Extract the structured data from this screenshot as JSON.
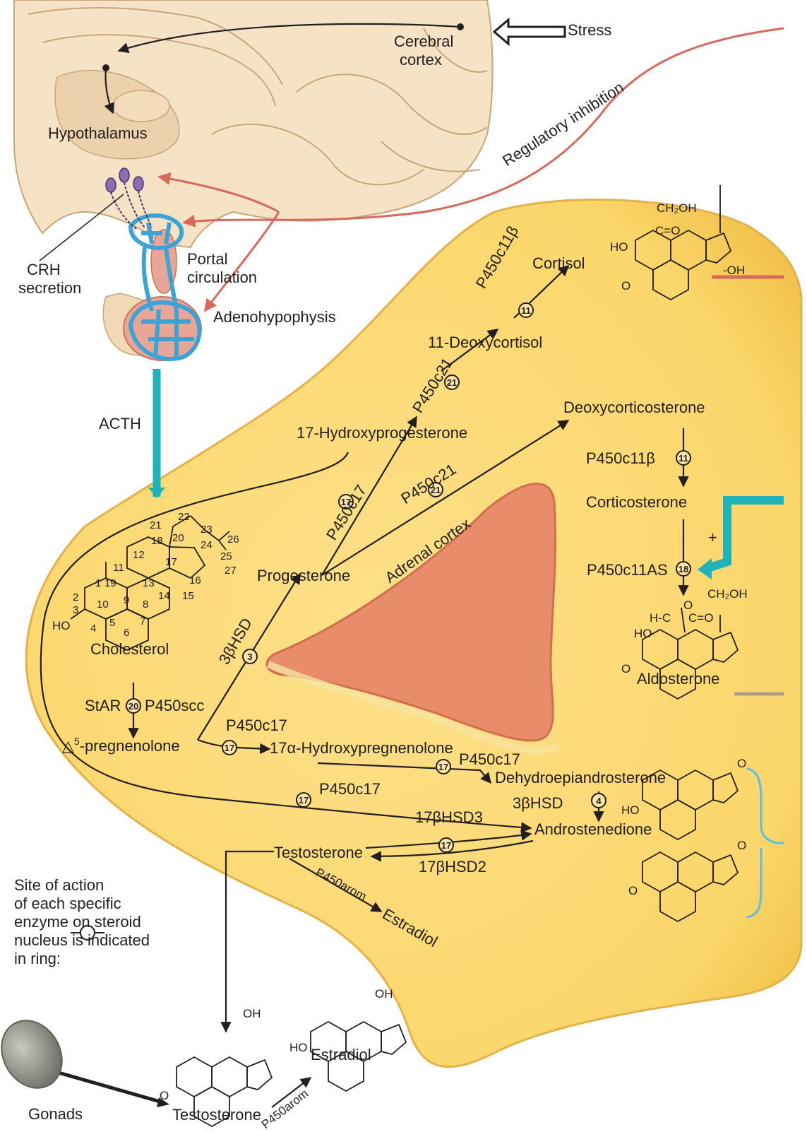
{
  "colors": {
    "gland": "#fbd66a",
    "medulla": "#e98c6a",
    "brain": "#f6e3c6",
    "regulatory": "#d9675a",
    "acth": "#1fb2b9",
    "portal": "#3da3d6",
    "bracket": "#5bbde8",
    "gonad": "#8d8d84"
  },
  "brain": {
    "stress": "Stress",
    "cerebral_cortex": [
      "Cerebral",
      "cortex"
    ],
    "hypothalamus": "Hypothalamus",
    "crh_secretion": [
      "CRH",
      "secretion"
    ],
    "portal_circulation": [
      "Portal",
      "circulation"
    ],
    "adenohypophysis": "Adenohypophysis",
    "acth": "ACTH",
    "regulatory_inhibition": "Regulatory inhibition"
  },
  "gland": {
    "adrenal_cortex": "Adrenal cortex"
  },
  "steroids": {
    "cholesterol": "Cholesterol",
    "pregnenolone_delta": "△",
    "pregnenolone_sup": "5",
    "pregnenolone": "-pregnenolone",
    "progesterone": "Progesterone",
    "hydroxyprogesterone": "17-Hydroxyprogesterone",
    "deoxycortisol": "11-Deoxycortisol",
    "cortisol": "Cortisol",
    "deoxycorticosterone": "Deoxycorticosterone",
    "corticosterone": "Corticosterone",
    "aldosterone": "Aldosterone",
    "hydroxypregnenolone": "17α-Hydroxypregnenolone",
    "dhea": "Dehydroepiandrosterone",
    "androstenedione": "Androstenedione",
    "testosterone": "Testosterone",
    "estradiol": "Estradiol",
    "gonad_testosterone": "Testosterone",
    "gonad_estradiol": "Estradiol"
  },
  "enzymes": {
    "star": "StAR",
    "p450scc": "P450scc",
    "hsd3b": "3βHSD",
    "p450c17": "P450c17",
    "p450c21": "P450c21",
    "p450c11b": "P450c11β",
    "p450c11as": "P450c11AS",
    "hsd17b3": "17βHSD3",
    "hsd17b2": "17βHSD2",
    "p450arom": "P450arom",
    "plus": "+"
  },
  "ring_numbers": {
    "r20": "20",
    "r3": "3",
    "r17": "17",
    "r21": "21",
    "r11": "11",
    "r18": "18",
    "r4": "4"
  },
  "cholesterol_numbering": [
    "1",
    "2",
    "3",
    "4",
    "5",
    "6",
    "7",
    "8",
    "9",
    "10",
    "11",
    "12",
    "13",
    "14",
    "15",
    "16",
    "17",
    "18",
    "19",
    "20",
    "21",
    "22",
    "23",
    "24",
    "25",
    "26",
    "27"
  ],
  "chem": {
    "ho": "HO",
    "oh": "OH",
    "o": "O",
    "ch2oh": "CH₂OH",
    "co": "C=O",
    "hc": "H-C",
    "oh_dash": "-OH"
  },
  "legend": {
    "lines": [
      "Site of action",
      "of each specific",
      "enzyme on steroid",
      "nucleus is indicated",
      "in ring:"
    ]
  },
  "gonads": "Gonads"
}
